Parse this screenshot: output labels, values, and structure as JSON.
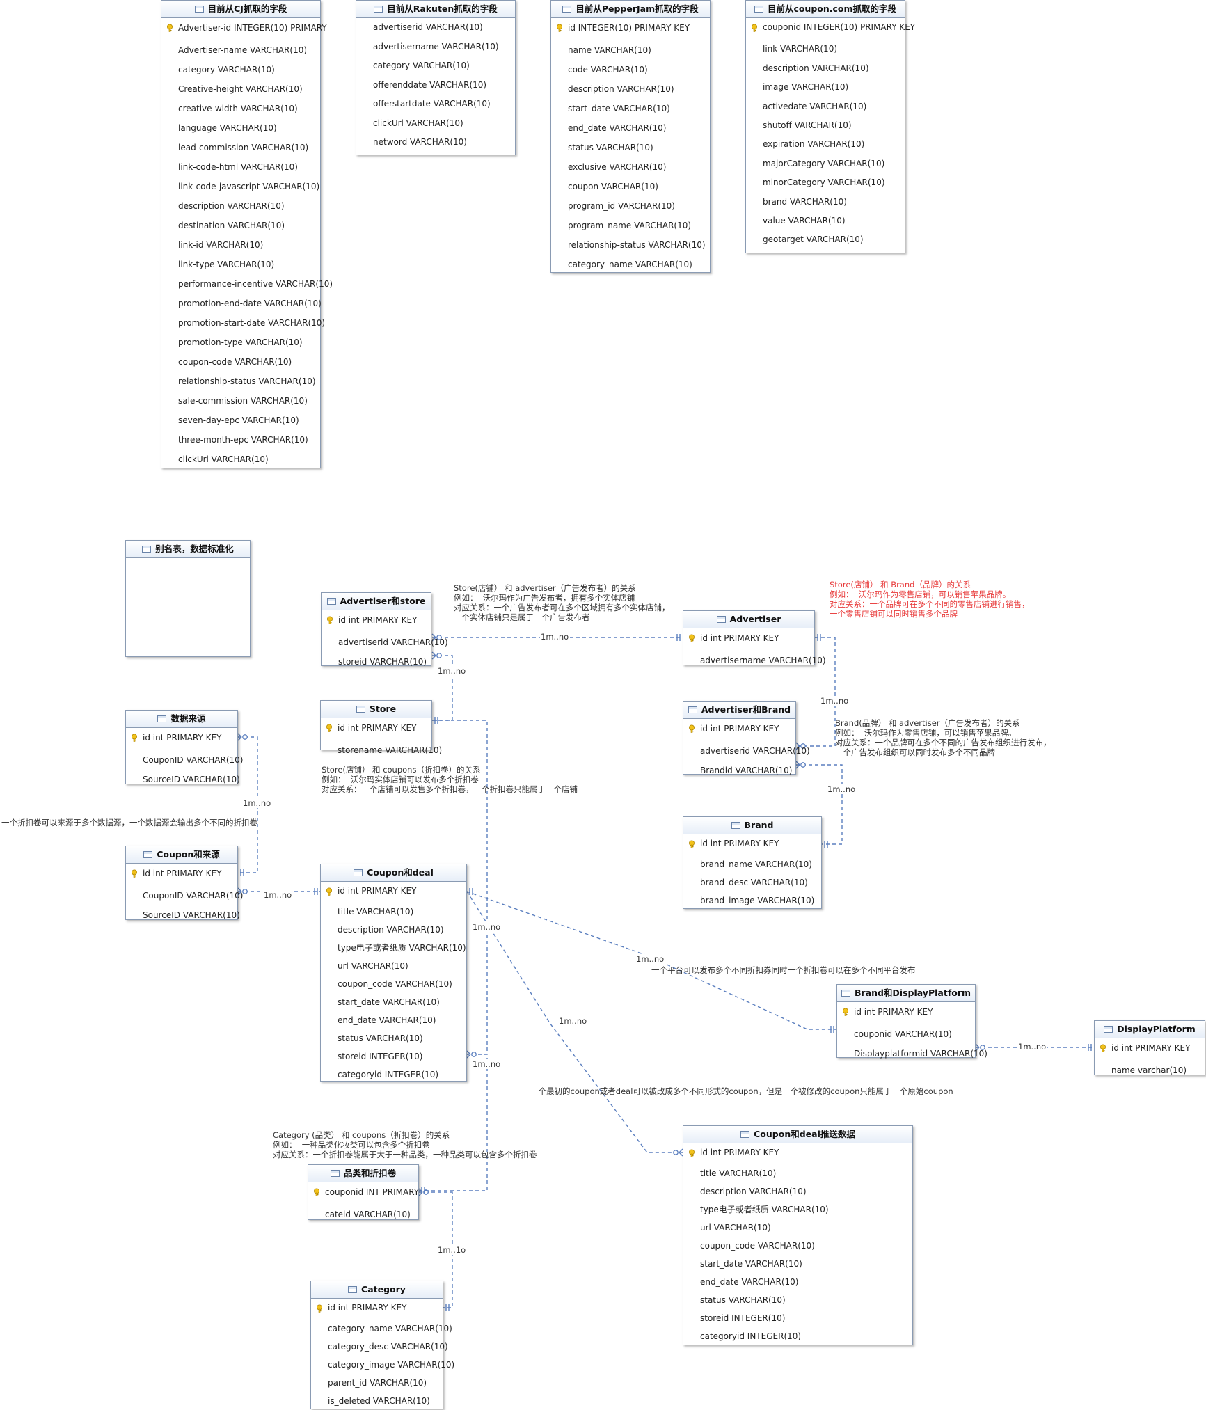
{
  "tables": {
    "cj": {
      "title": "目前从CJ抓取的字段",
      "fields": [
        {
          "text": "Advertiser-id INTEGER(10) PRIMARY",
          "pk": true
        },
        {
          "text": "Advertiser-name VARCHAR(10)"
        },
        {
          "text": "category VARCHAR(10)"
        },
        {
          "text": "Creative-height VARCHAR(10)"
        },
        {
          "text": "creative-width VARCHAR(10)"
        },
        {
          "text": "language VARCHAR(10)"
        },
        {
          "text": "lead-commission VARCHAR(10)"
        },
        {
          "text": "link-code-html VARCHAR(10)"
        },
        {
          "text": "link-code-javascript VARCHAR(10)"
        },
        {
          "text": "description VARCHAR(10)"
        },
        {
          "text": "destination VARCHAR(10)"
        },
        {
          "text": "link-id VARCHAR(10)"
        },
        {
          "text": "link-type VARCHAR(10)"
        },
        {
          "text": "performance-incentive VARCHAR(10)"
        },
        {
          "text": "promotion-end-date VARCHAR(10)"
        },
        {
          "text": "promotion-start-date VARCHAR(10)"
        },
        {
          "text": "promotion-type VARCHAR(10)"
        },
        {
          "text": "coupon-code VARCHAR(10)"
        },
        {
          "text": "relationship-status VARCHAR(10)"
        },
        {
          "text": "sale-commission VARCHAR(10)"
        },
        {
          "text": "seven-day-epc VARCHAR(10)"
        },
        {
          "text": "three-month-epc VARCHAR(10)"
        },
        {
          "text": "clickUrl VARCHAR(10)"
        }
      ]
    },
    "rakuten": {
      "title": "目前从Rakuten抓取的字段",
      "fields": [
        {
          "text": "advertiserid VARCHAR(10)"
        },
        {
          "text": "advertisername VARCHAR(10)"
        },
        {
          "text": "category VARCHAR(10)"
        },
        {
          "text": "offerenddate VARCHAR(10)"
        },
        {
          "text": "offerstartdate VARCHAR(10)"
        },
        {
          "text": "clickUrl VARCHAR(10)"
        },
        {
          "text": "netword VARCHAR(10)"
        }
      ]
    },
    "pepperjam": {
      "title": "目前从PepperJam抓取的字段",
      "fields": [
        {
          "text": "id INTEGER(10) PRIMARY KEY",
          "pk": true
        },
        {
          "text": "name VARCHAR(10)"
        },
        {
          "text": "code VARCHAR(10)"
        },
        {
          "text": "description VARCHAR(10)"
        },
        {
          "text": "start_date VARCHAR(10)"
        },
        {
          "text": "end_date VARCHAR(10)"
        },
        {
          "text": "status VARCHAR(10)"
        },
        {
          "text": "exclusive VARCHAR(10)"
        },
        {
          "text": "coupon VARCHAR(10)"
        },
        {
          "text": "program_id VARCHAR(10)"
        },
        {
          "text": "program_name VARCHAR(10)"
        },
        {
          "text": "relationship-status VARCHAR(10)"
        },
        {
          "text": "category_name VARCHAR(10)"
        }
      ]
    },
    "couponcom": {
      "title": "目前从coupon.com抓取的字段",
      "fields": [
        {
          "text": "couponid INTEGER(10) PRIMARY KEY",
          "pk": true
        },
        {
          "text": "link VARCHAR(10)"
        },
        {
          "text": "description VARCHAR(10)"
        },
        {
          "text": "image VARCHAR(10)"
        },
        {
          "text": "activedate VARCHAR(10)"
        },
        {
          "text": "shutoff VARCHAR(10)"
        },
        {
          "text": "expiration VARCHAR(10)"
        },
        {
          "text": "majorCategory VARCHAR(10)"
        },
        {
          "text": "minorCategory VARCHAR(10)"
        },
        {
          "text": "brand VARCHAR(10)"
        },
        {
          "text": "value VARCHAR(10)"
        },
        {
          "text": "geotarget VARCHAR(10)"
        }
      ]
    },
    "alias": {
      "title": "别名表，数据标准化",
      "fields": []
    },
    "advstore": {
      "title": "Advertiser和store",
      "fields": [
        {
          "text": "id int PRIMARY KEY",
          "pk": true
        },
        {
          "text": "advertiserid VARCHAR(10)"
        },
        {
          "text": "storeid VARCHAR(10)"
        }
      ]
    },
    "advertiser": {
      "title": "Advertiser",
      "fields": [
        {
          "text": "id int PRIMARY KEY",
          "pk": true
        },
        {
          "text": "advertisername VARCHAR(10)"
        }
      ]
    },
    "store": {
      "title": "Store",
      "fields": [
        {
          "text": "id int PRIMARY KEY",
          "pk": true
        },
        {
          "text": "storename VARCHAR(10)"
        }
      ]
    },
    "advbrand": {
      "title": "Advertiser和Brand",
      "fields": [
        {
          "text": "id int PRIMARY KEY",
          "pk": true
        },
        {
          "text": "advertiserid VARCHAR(10)"
        },
        {
          "text": "Brandid VARCHAR(10)"
        }
      ]
    },
    "brand": {
      "title": "Brand",
      "fields": [
        {
          "text": "id int PRIMARY KEY",
          "pk": true
        },
        {
          "text": "brand_name VARCHAR(10)"
        },
        {
          "text": "brand_desc VARCHAR(10)"
        },
        {
          "text": "brand_image VARCHAR(10)"
        }
      ]
    },
    "datasource": {
      "title": "数据来源",
      "fields": [
        {
          "text": "id int PRIMARY KEY",
          "pk": true
        },
        {
          "text": "CouponID VARCHAR(10)"
        },
        {
          "text": "SourceID VARCHAR(10)"
        }
      ]
    },
    "couponsrc": {
      "title": "Coupon和来源",
      "fields": [
        {
          "text": "id int PRIMARY KEY",
          "pk": true
        },
        {
          "text": "CouponID VARCHAR(10)"
        },
        {
          "text": "SourceID VARCHAR(10)"
        }
      ]
    },
    "coupondeal": {
      "title": "Coupon和deal",
      "fields": [
        {
          "text": "id int PRIMARY KEY",
          "pk": true
        },
        {
          "text": "title VARCHAR(10)"
        },
        {
          "text": "description VARCHAR(10)"
        },
        {
          "text": "type电子或者纸质 VARCHAR(10)"
        },
        {
          "text": "url VARCHAR(10)"
        },
        {
          "text": "coupon_code VARCHAR(10)"
        },
        {
          "text": "start_date VARCHAR(10)"
        },
        {
          "text": "end_date VARCHAR(10)"
        },
        {
          "text": "status VARCHAR(10)"
        },
        {
          "text": "storeid INTEGER(10)"
        },
        {
          "text": "categoryid INTEGER(10)"
        }
      ]
    },
    "branddp": {
      "title": "Brand和DisplayPlatform",
      "fields": [
        {
          "text": "id int PRIMARY KEY",
          "pk": true
        },
        {
          "text": "couponid VARCHAR(10)"
        },
        {
          "text": "Displayplatformid VARCHAR(10)"
        }
      ]
    },
    "displayplatform": {
      "title": "DisplayPlatform",
      "fields": [
        {
          "text": "id int PRIMARY KEY",
          "pk": true
        },
        {
          "text": "name varchar(10)"
        }
      ]
    },
    "catcoupon": {
      "title": "品类和折扣卷",
      "fields": [
        {
          "text": "couponid INT PRIMARY",
          "pk": true
        },
        {
          "text": "cateid VARCHAR(10)"
        }
      ]
    },
    "category": {
      "title": "Category",
      "fields": [
        {
          "text": "id int PRIMARY KEY",
          "pk": true
        },
        {
          "text": "category_name VARCHAR(10)"
        },
        {
          "text": "category_desc VARCHAR(10)"
        },
        {
          "text": "category_image VARCHAR(10)"
        },
        {
          "text": "parent_id VARCHAR(10)"
        },
        {
          "text": "is_deleted VARCHAR(10)"
        }
      ]
    },
    "cdpush": {
      "title": "Coupon和deal推送数据",
      "fields": [
        {
          "text": "id int PRIMARY KEY",
          "pk": true
        },
        {
          "text": "title VARCHAR(10)"
        },
        {
          "text": "description VARCHAR(10)"
        },
        {
          "text": "type电子或者纸质 VARCHAR(10)"
        },
        {
          "text": "url VARCHAR(10)"
        },
        {
          "text": "coupon_code VARCHAR(10)"
        },
        {
          "text": "start_date VARCHAR(10)"
        },
        {
          "text": "end_date VARCHAR(10)"
        },
        {
          "text": "status VARCHAR(10)"
        },
        {
          "text": "storeid INTEGER(10)"
        },
        {
          "text": "categoryid INTEGER(10)"
        }
      ]
    }
  },
  "notes": {
    "store_adv": "Store(店铺） 和 advertiser（广告发布者）的关系\n例如：  沃尔玛作为广告发布者，拥有多个实体店铺\n对应关系：一个广告发布者可在多个区域拥有多个实体店铺，\n一个实体店铺只是属于一个广告发布者",
    "store_brand": "Store(店铺） 和 Brand（品牌）的关系\n例如：  沃尔玛作为零售店铺，可以销售苹果品牌。\n对应关系：一个品牌可在多个不同的零售店铺进行销售，\n一个零售店铺可以同时销售多个品牌",
    "brand_adv": "Brand(品牌） 和 advertiser（广告发布者）的关系\n例如：  沃尔玛作为零售店铺，可以销售苹果品牌。\n对应关系：一个品牌可在多个不同的广告发布组织进行发布，\n一个广告发布组织可以同时发布多个不同品牌",
    "store_coupon": "Store(店铺） 和 coupons（折扣卷）的关系\n例如：  沃尔玛实体店铺可以发布多个折扣卷\n对应关系：一个店铺可以发售多个折扣卷，一个折扣卷只能属于一个店铺",
    "source_note": "一个折扣卷可以来源于多个数据源，一个数据源会输出多个不同的折扣卷",
    "platform_note": "一个平台可以发布多个不同折扣券同时一个折扣卷可以在多个不同平台发布",
    "push_note": "一个最初的coupon或者deal可以被改成多个不同形式的coupon，但是一个被修改的coupon只能属于一个原始coupon",
    "cat_coupon": "Category (品类） 和 coupons（折扣卷）的关系\n例如：  一种品类化妆类可以包含多个折扣卷\n对应关系：一个折扣卷能属于大于一种品类，一种品类可以包含多个折扣卷"
  },
  "labels": {
    "l1": "1m..no",
    "l2": "1m..no",
    "l3": "1m..no",
    "l4": "1m..no",
    "l5": "1m..no",
    "l6": "1m..no",
    "l7": "1m..no",
    "l8": "1m..no",
    "l9": "1m..no",
    "l10": "1m..no",
    "l11": "1m..no",
    "l12": "1m..1o"
  },
  "colors": {
    "link": "#5b7fbf",
    "border": "#8a9bb3",
    "note_red": "#e83a3a",
    "key": "#e6b800"
  }
}
